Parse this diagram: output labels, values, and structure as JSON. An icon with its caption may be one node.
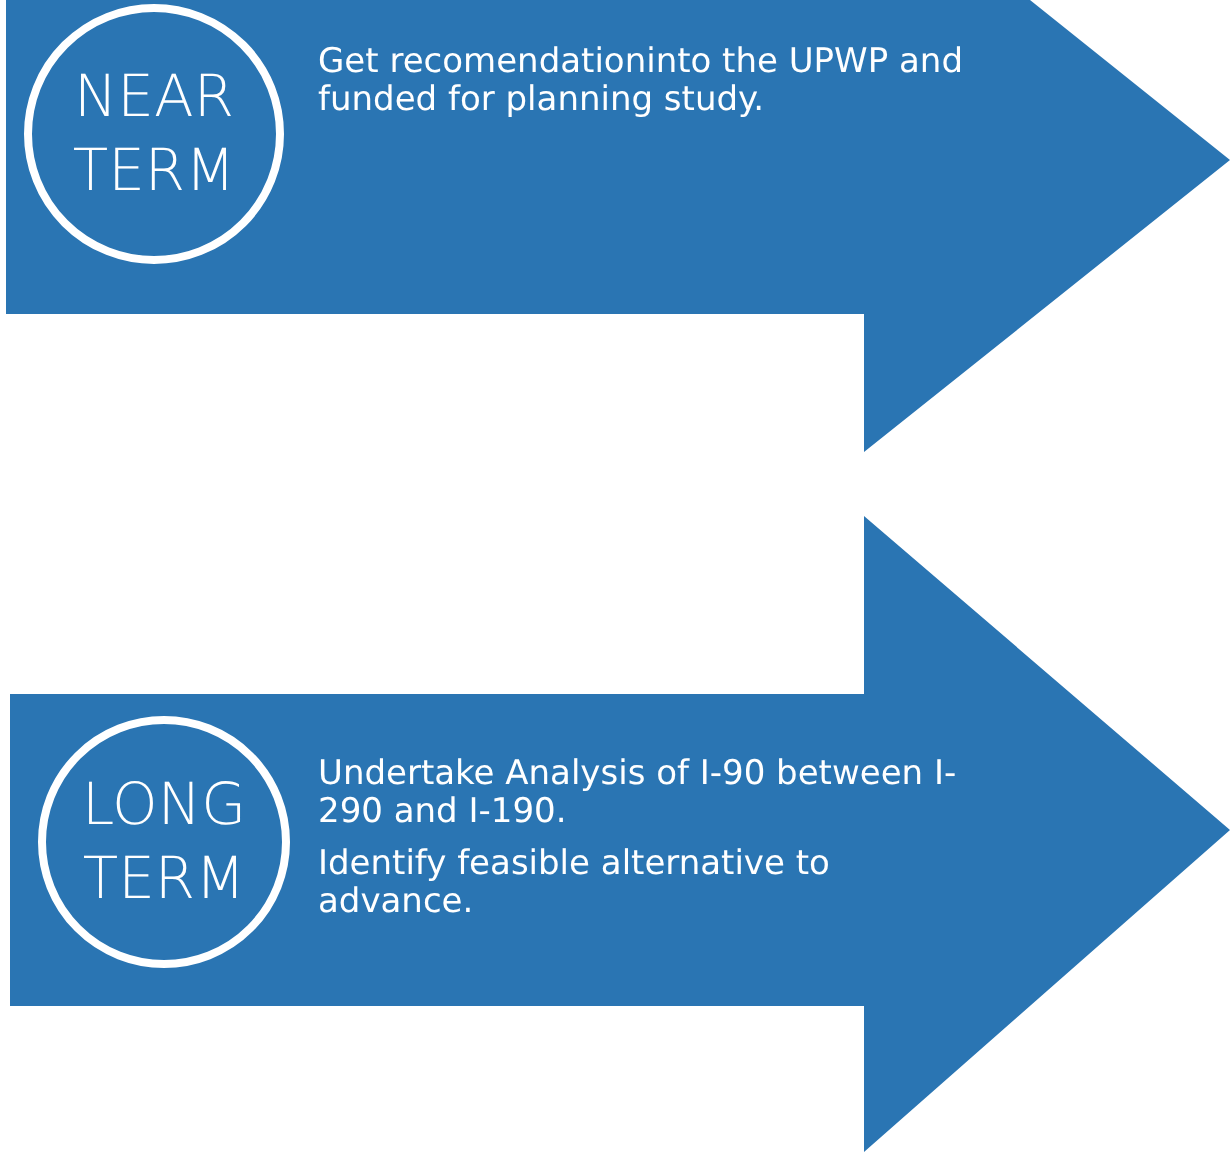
{
  "diagram": {
    "nodes": [
      {
        "text": [
          "Get recomendationinto the UPWP and funded for planning study."
        ]
      },
      {
        "text": [
          "NEAR TERM"
        ],
        "in": 0
      },
      {
        "text": [
          "Undertake Analysis of I-90 between I-290 and I-190.",
          "Identify feasible alternative to advance."
        ]
      },
      {
        "text": [
          "LONG TERM"
        ],
        "in": 2
      }
    ]
  }
}
